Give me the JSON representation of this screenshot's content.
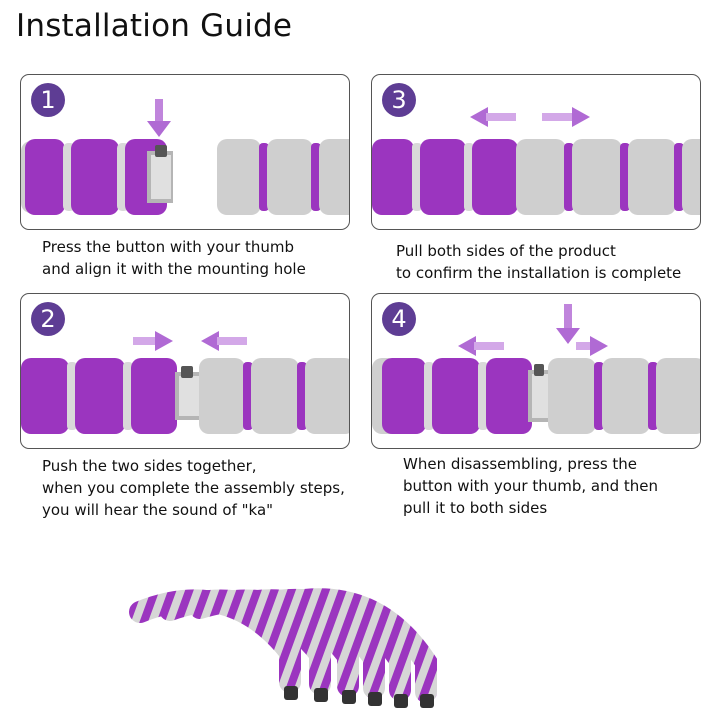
{
  "title": "Installation Guide",
  "colors": {
    "purple": "#9b35bf",
    "purple_dark": "#6f2492",
    "gray": "#cfcfcf",
    "gray_dark": "#a9a9a9",
    "badge": "#5e3d94",
    "arrow": "#c085dc"
  },
  "steps": [
    {
      "number": "1",
      "caption": "Press the button with your thumb\nand align it with the mounting hole"
    },
    {
      "number": "3",
      "caption": "Pull both sides of the product\nto confirm the installation is complete"
    },
    {
      "number": "2",
      "caption": "Push the two sides together,\nwhen you complete the assembly steps,\nyou will hear the sound of \"ka\""
    },
    {
      "number": "4",
      "caption": "When disassembling, press the\nbutton with your thumb, and then\npull it to both sides"
    }
  ],
  "icons": [
    "arrow-down-icon",
    "arrow-left-icon",
    "arrow-right-icon"
  ]
}
